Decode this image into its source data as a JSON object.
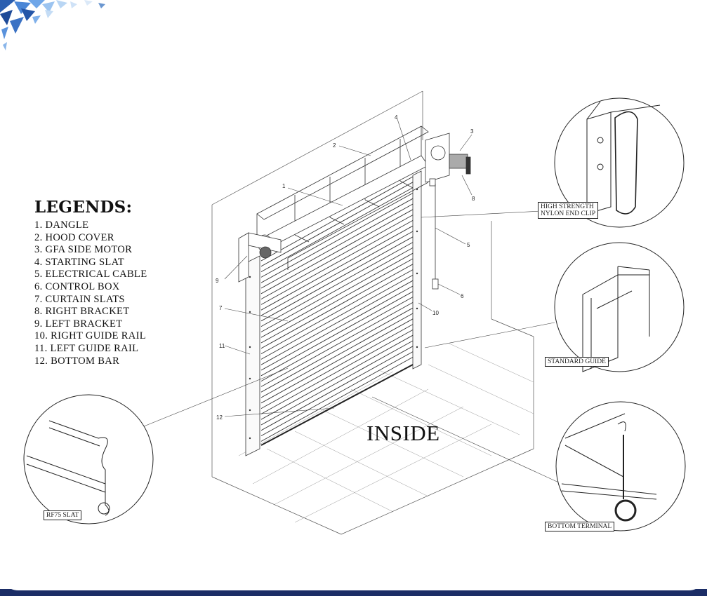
{
  "legend": {
    "title": "LEGENDS:",
    "items": [
      "1. DANGLE",
      "2. HOOD COVER",
      "3. GFA SIDE MOTOR",
      "4. STARTING SLAT",
      "5. ELECTRICAL CABLE",
      "6. CONTROL BOX",
      "7. CURTAIN SLATS",
      "8. RIGHT BRACKET",
      "9. LEFT BRACKET",
      "10. RIGHT GUIDE RAIL",
      "11. LEFT GUIDE RAIL",
      "12. BOTTOM BAR"
    ]
  },
  "callouts": [
    "1",
    "2",
    "3",
    "4",
    "5",
    "6",
    "7",
    "8",
    "9",
    "10",
    "11",
    "12"
  ],
  "details": {
    "end_clip": "HIGH STRENGTH NYLON END CLIP",
    "end_clip_line1": "HIGH STRENGTH",
    "end_clip_line2": "NYLON END CLIP",
    "guide": "STANDARD GUIDE",
    "terminal": "BOTTOM TERMINAL",
    "slat": "RF75 SLAT"
  },
  "inside_label": "INSIDE",
  "colors": {
    "footer_band": "#1b2d66",
    "corner_accent": "#2b5fb0",
    "line": "#333333"
  }
}
